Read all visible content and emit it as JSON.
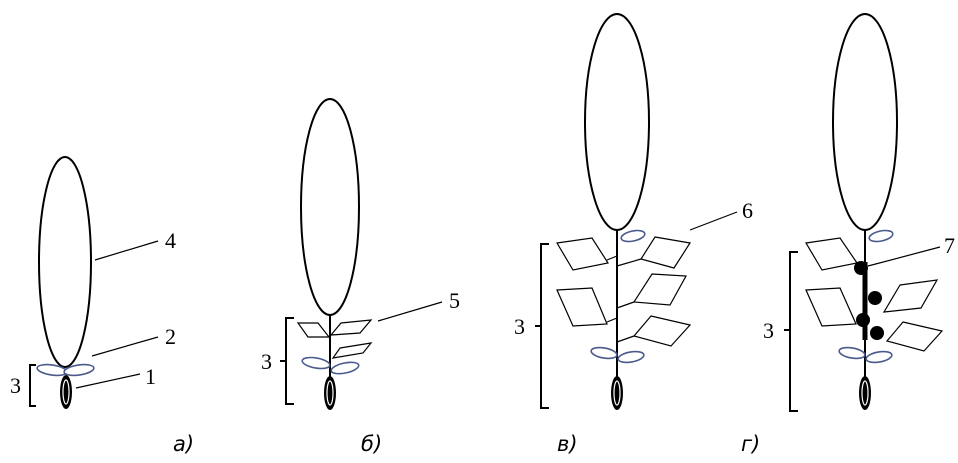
{
  "colors": {
    "line": "#000000",
    "cotyledon": "#4a5a8c"
  },
  "panels": [
    {
      "id": "a",
      "caption": "а)",
      "labels": {
        "bracket": "3",
        "seed": "1",
        "cotyledon": "2",
        "sheath": "4"
      }
    },
    {
      "id": "b",
      "caption": "б)",
      "labels": {
        "bracket": "3",
        "leaf": "5"
      }
    },
    {
      "id": "v",
      "caption": "в)",
      "labels": {
        "bracket": "3",
        "cotyledon": "6"
      }
    },
    {
      "id": "g",
      "caption": "г)",
      "labels": {
        "bracket": "3",
        "nodes": "7"
      }
    }
  ]
}
